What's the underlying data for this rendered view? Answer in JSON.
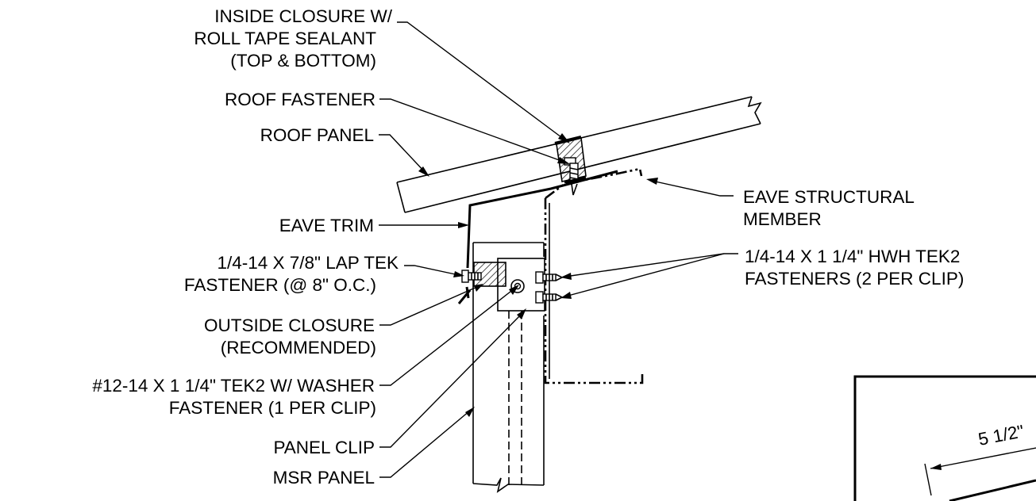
{
  "callouts": {
    "inside_closure": [
      "INSIDE CLOSURE W/",
      "ROLL TAPE SEALANT",
      "(TOP & BOTTOM)"
    ],
    "roof_fastener": "ROOF FASTENER",
    "roof_panel": "ROOF PANEL",
    "eave_trim": "EAVE TRIM",
    "lap_tek_fastener": [
      "1/4-14 X 7/8\" LAP TEK",
      "FASTENER (@ 8\" O.C.)"
    ],
    "outside_closure": [
      "OUTSIDE CLOSURE",
      "(RECOMMENDED)"
    ],
    "tek2_washer_fastener": [
      "#12-14 X 1 1/4\" TEK2 W/ WASHER",
      "FASTENER (1 PER CLIP)"
    ],
    "panel_clip": "PANEL CLIP",
    "msr_panel": "MSR PANEL",
    "eave_structural_member": [
      "EAVE STRUCTURAL",
      "MEMBER"
    ],
    "hwh_tek2_fasteners": [
      "1/4-14 X 1 1/4\" HWH TEK2",
      "FASTENERS (2 PER CLIP)"
    ]
  },
  "inset": {
    "dimension": "5 1/2\""
  }
}
